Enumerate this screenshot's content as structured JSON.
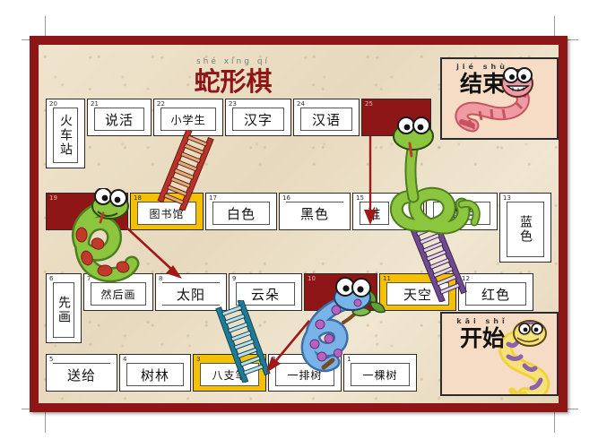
{
  "title": {
    "pinyin": "shé  xíng  qí",
    "chinese": "蛇形棋"
  },
  "end_box": {
    "pinyin": "jié   shù",
    "chinese": "结束"
  },
  "start_box": {
    "pinyin": "kāi   shǐ",
    "chinese": "开始"
  },
  "colors": {
    "frame": "#8f1616",
    "board_paper": "#ece0c8",
    "cell_red": "#8f1616",
    "cell_gold": "#f5c000",
    "corner_box": "#f6dcc4",
    "title_red": "#8f1616",
    "ladder_red": "#b8342a",
    "ladder_purple": "#6f4a8e",
    "ladder_teal": "#1f7a96",
    "snake_green": "#7ab648",
    "snake_blue": "#6fa8dc",
    "snake_pink": "#e8737f",
    "snake_yellow": "#f2d13a",
    "arrow_red": "#a01818"
  },
  "rows": [
    {
      "name": "row-top",
      "cells": [
        {
          "num": "20",
          "text": "火车站",
          "fill": "white",
          "orient": "vertical"
        },
        {
          "num": "21",
          "text": "说活",
          "fill": "white",
          "orient": "horizontal"
        },
        {
          "num": "22",
          "text": "小学生",
          "fill": "white",
          "orient": "horizontal"
        },
        {
          "num": "23",
          "text": "汉字",
          "fill": "white",
          "orient": "horizontal"
        },
        {
          "num": "24",
          "text": "汉语",
          "fill": "white",
          "orient": "horizontal"
        },
        {
          "num": "25",
          "text": "",
          "fill": "red",
          "orient": "none"
        }
      ]
    },
    {
      "name": "row-second",
      "cells": [
        {
          "num": "19",
          "text": "",
          "fill": "red",
          "orient": "none"
        },
        {
          "num": "18",
          "text": "图书馆",
          "fill": "gold",
          "orient": "horizontal"
        },
        {
          "num": "17",
          "text": "白色",
          "fill": "white",
          "orient": "horizontal"
        },
        {
          "num": "16",
          "text": "黑色",
          "fill": "white",
          "orient": "horizontal"
        },
        {
          "num": "15",
          "text": "谁",
          "fill": "white",
          "orient": "horizontal"
        },
        {
          "num": "14",
          "text": "黄色",
          "fill": "white",
          "orient": "horizontal"
        },
        {
          "num": "13",
          "text": "蓝色",
          "fill": "white",
          "orient": "vertical"
        }
      ]
    },
    {
      "name": "row-third",
      "cells": [
        {
          "num": "6",
          "text": "先画",
          "fill": "white",
          "orient": "vertical"
        },
        {
          "num": "7",
          "text": "然后画",
          "fill": "white",
          "orient": "horizontal"
        },
        {
          "num": "8",
          "text": "太阳",
          "fill": "white",
          "orient": "horizontal"
        },
        {
          "num": "9",
          "text": "云朵",
          "fill": "white",
          "orient": "horizontal"
        },
        {
          "num": "10",
          "text": "",
          "fill": "red",
          "orient": "none"
        },
        {
          "num": "11",
          "text": "天空",
          "fill": "gold",
          "orient": "horizontal"
        },
        {
          "num": "12",
          "text": "红色",
          "fill": "white",
          "orient": "horizontal"
        }
      ]
    },
    {
      "name": "row-bottom",
      "cells": [
        {
          "num": "5",
          "text": "送给",
          "fill": "white",
          "orient": "horizontal"
        },
        {
          "num": "4",
          "text": "树林",
          "fill": "white",
          "orient": "horizontal"
        },
        {
          "num": "3",
          "text": "八支笔",
          "fill": "gold",
          "orient": "horizontal"
        },
        {
          "num": "2",
          "text": "一排树",
          "fill": "white",
          "orient": "horizontal"
        },
        {
          "num": "1",
          "text": "一棵树",
          "fill": "white",
          "orient": "horizontal"
        }
      ]
    }
  ],
  "ladders": [
    {
      "name": "ladder-18-to-22",
      "color": "#b8342a",
      "from_cell": "18",
      "to_cell": "22"
    },
    {
      "name": "ladder-11-to-14",
      "color": "#6f4a8e",
      "from_cell": "11",
      "to_cell": "14"
    },
    {
      "name": "ladder-3-to-8",
      "color": "#1f7a96",
      "from_cell": "3",
      "to_cell": "8"
    }
  ],
  "snakes": [
    {
      "name": "snake-25-to-15",
      "color": "#7ab648",
      "from_cell": "25",
      "to_cell": "15"
    },
    {
      "name": "snake-19-to-7",
      "color": "#7ab648",
      "from_cell": "19",
      "to_cell": "7"
    },
    {
      "name": "snake-10-to-2",
      "color": "#6fa8dc",
      "from_cell": "10",
      "to_cell": "2"
    }
  ],
  "decor_snakes": [
    {
      "name": "end-box-snake",
      "color": "#e8737f"
    },
    {
      "name": "start-box-snake",
      "color": "#f2d13a"
    }
  ]
}
